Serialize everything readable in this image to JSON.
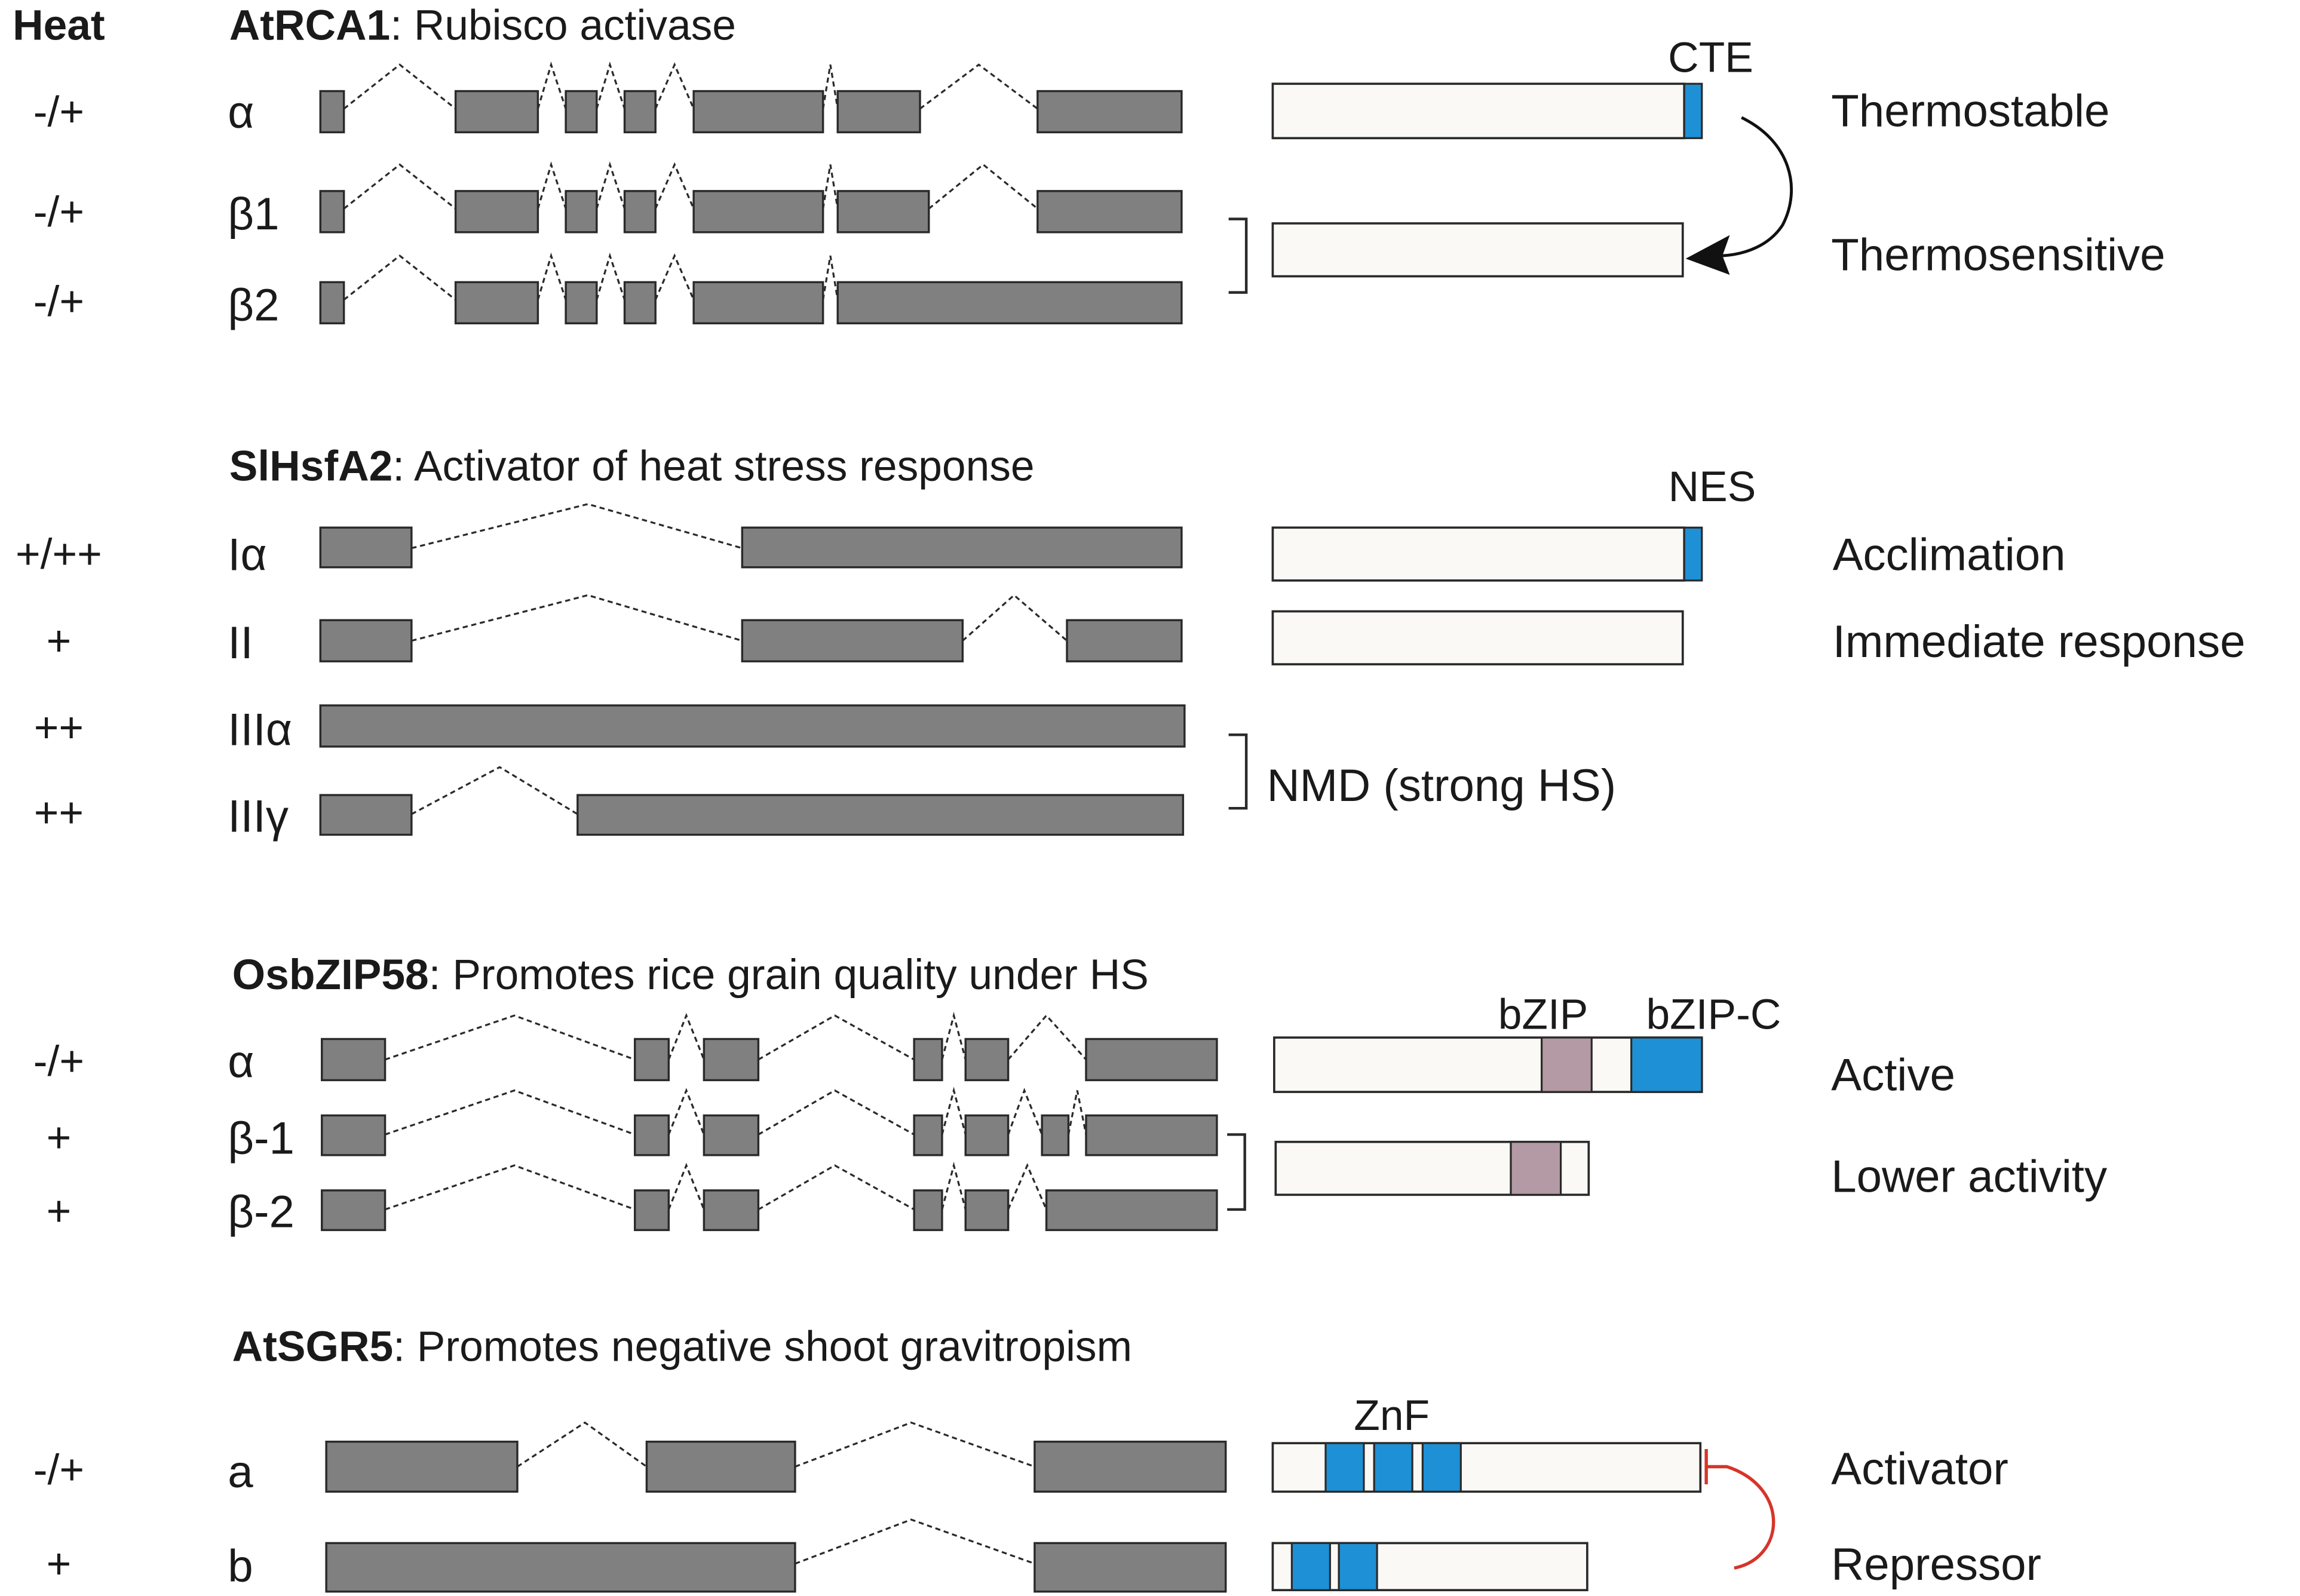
{
  "header": {
    "heat_label": "Heat"
  },
  "colors": {
    "exon": "#808080",
    "protein": "#faf9f5",
    "domain_blue": "#1e90d6",
    "domain_mauve": "#b49aa4",
    "inhibition_red": "#d6352a",
    "line": "#2a2a2a"
  },
  "panels": [
    {
      "gene": "AtRCA1",
      "description": ": Rubisco activase",
      "domain_labels": [
        "CTE"
      ],
      "isoforms": [
        {
          "heat": "-/+",
          "name": "α"
        },
        {
          "heat": "-/+",
          "name": "β1"
        },
        {
          "heat": "-/+",
          "name": "β2"
        }
      ],
      "functions": [
        "Thermostable",
        "Thermosensitive"
      ]
    },
    {
      "gene": "SlHsfA2",
      "description": ": Activator of heat stress response",
      "domain_labels": [
        "NES"
      ],
      "isoforms": [
        {
          "heat": "+/++",
          "name": "Iα"
        },
        {
          "heat": "+",
          "name": "II"
        },
        {
          "heat": "++",
          "name": "IIIα"
        },
        {
          "heat": "++",
          "name": "IIIγ"
        }
      ],
      "functions": [
        "Acclimation",
        "Immediate response",
        "NMD (strong HS)"
      ]
    },
    {
      "gene": "OsbZIP58",
      "description": ": Promotes rice grain quality under HS",
      "domain_labels": [
        "bZIP",
        "bZIP-C"
      ],
      "isoforms": [
        {
          "heat": "-/+",
          "name": "α"
        },
        {
          "heat": "+",
          "name": "β-1"
        },
        {
          "heat": "+",
          "name": "β-2"
        }
      ],
      "functions": [
        "Active",
        "Lower activity"
      ]
    },
    {
      "gene": "AtSGR5",
      "description": ": Promotes negative shoot gravitropism",
      "domain_labels": [
        "ZnF"
      ],
      "isoforms": [
        {
          "heat": "-/+",
          "name": "a"
        },
        {
          "heat": "+",
          "name": "b"
        }
      ],
      "functions": [
        "Activator",
        "Repressor"
      ]
    }
  ]
}
